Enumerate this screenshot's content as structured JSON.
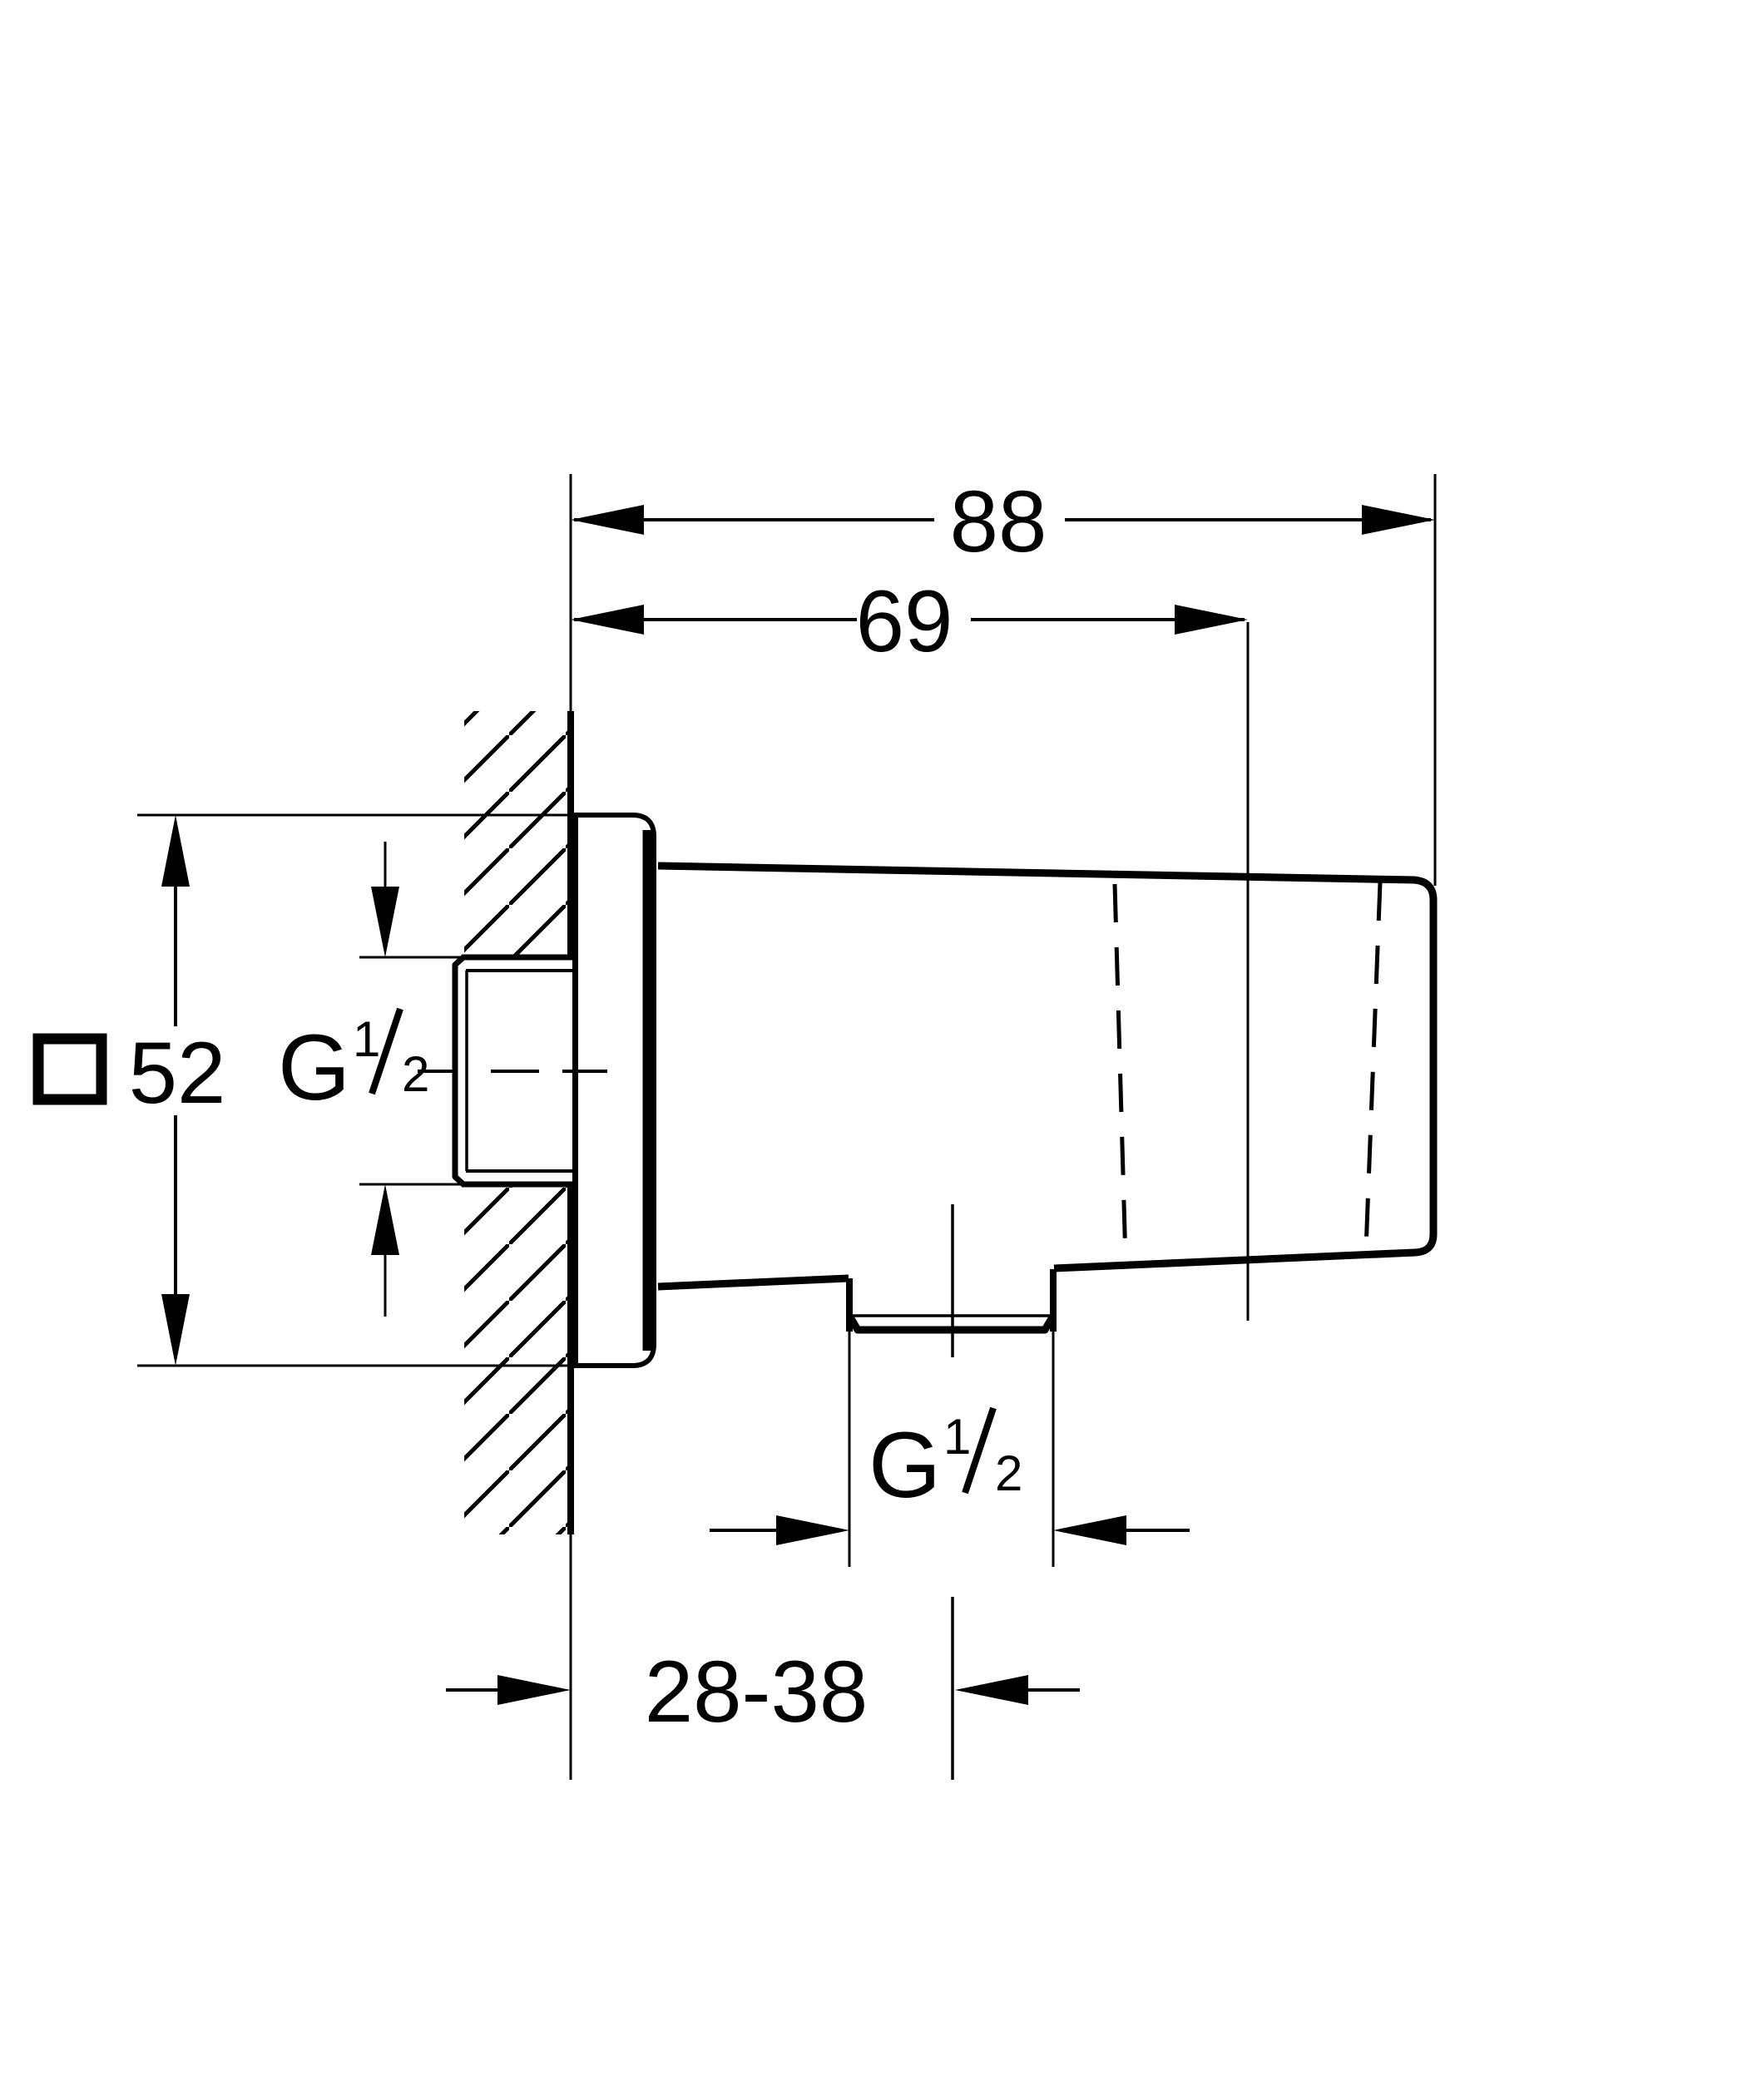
{
  "dimensions": {
    "total_depth": "88",
    "depth_to_cone": "69",
    "escutcheon_size": "52",
    "escutcheon_size_prefix_icon": "square-symbol",
    "wall_mount_range": "28-38",
    "inlet_thread": {
      "letter": "G",
      "numerator": "1",
      "denominator": "2"
    },
    "outlet_thread": {
      "letter": "G",
      "numerator": "1",
      "denominator": "2"
    }
  },
  "colors": {
    "line": "#000000",
    "background": "#ffffff"
  }
}
